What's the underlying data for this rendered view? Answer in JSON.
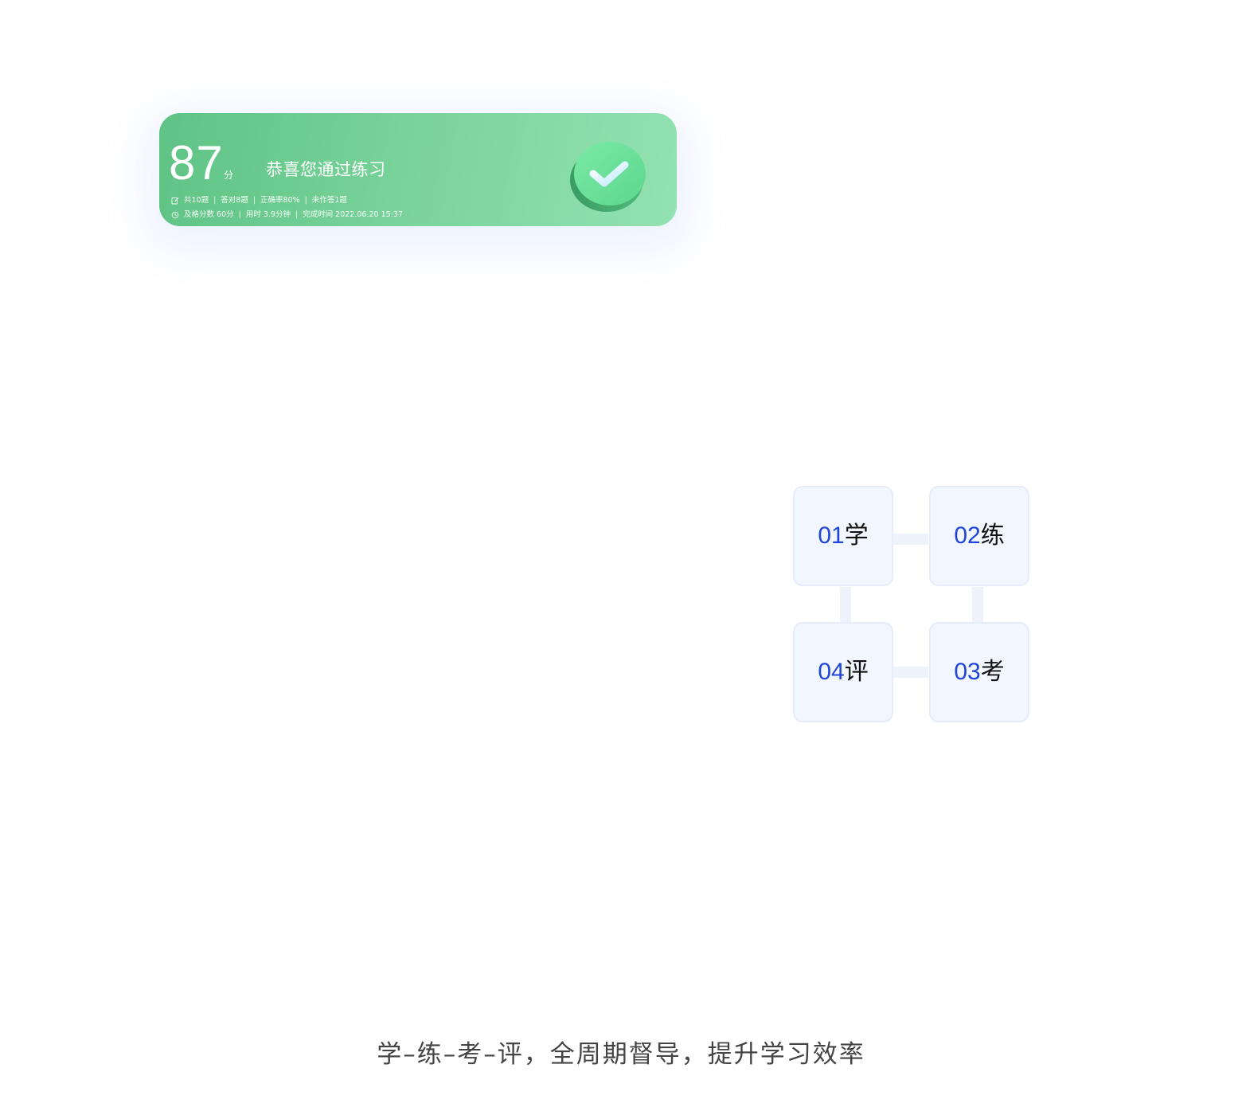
{
  "result_card": {
    "score": "87",
    "score_unit": "分",
    "message": "恭喜您通过练习",
    "stats_row1": {
      "icon": "edit-note-icon",
      "items": [
        "共10题",
        "答对8题",
        "正确率80%",
        "未作答1题"
      ]
    },
    "stats_row2": {
      "icon": "clock-icon",
      "items": [
        "及格分数 60分",
        "用时 3.9分钟",
        "完成时间 2022.06.20 15:37"
      ]
    },
    "separator": "|",
    "badge_icon": "check-coin-icon",
    "colors": {
      "gradient_start": "#5fc385",
      "gradient_end": "#93e2b2",
      "coin_top": "#6be39b",
      "coin_side": "#3ea76a"
    }
  },
  "flow": {
    "steps": [
      {
        "num": "01",
        "label": "学"
      },
      {
        "num": "02",
        "label": "练"
      },
      {
        "num": "03",
        "label": "考"
      },
      {
        "num": "04",
        "label": "评"
      }
    ],
    "colors": {
      "number": "#1f44d8",
      "box_bg": "#f2f6fe",
      "connector": "#eef2fb"
    }
  },
  "caption": "学–练–考–评，全周期督导，提升学习效率"
}
